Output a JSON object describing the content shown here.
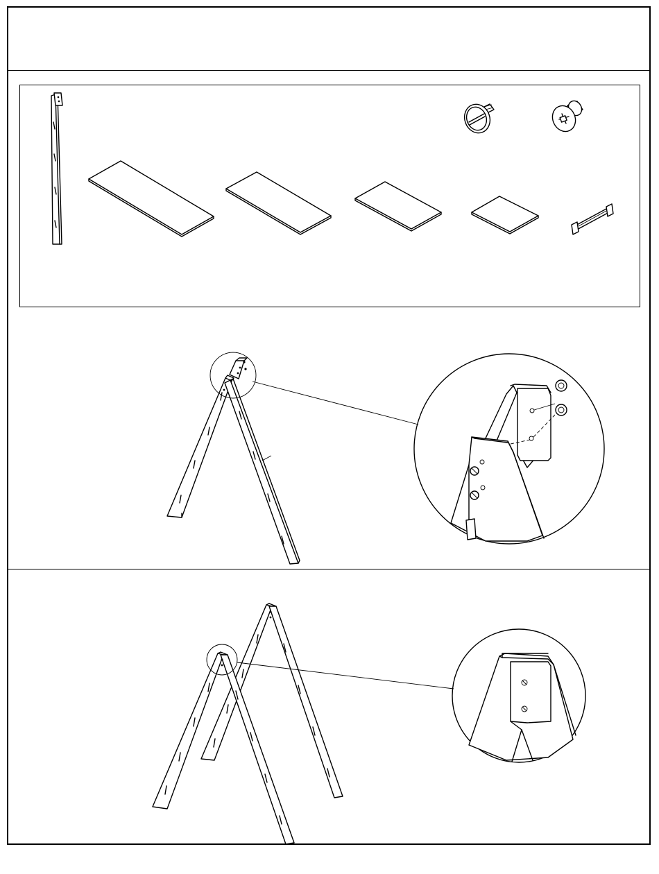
{
  "parts": [
    {
      "name": "side-leg"
    },
    {
      "name": "long-shelf"
    },
    {
      "name": "medium-shelf"
    },
    {
      "name": "short-shelf"
    },
    {
      "name": "small-panel"
    },
    {
      "name": "flat-head-bolt"
    },
    {
      "name": "cam-connector-bolt"
    },
    {
      "name": "connecting-bracket"
    }
  ],
  "steps": [
    {
      "id": 1,
      "content": "legs-joined-at-top-with-bolts",
      "detail": "magnified-joint-bolts-inserted"
    },
    {
      "id": 2,
      "content": "two-a-frames-standing",
      "detail": "magnified-top-joint-bolted"
    }
  ],
  "colors": {
    "line": "#000000",
    "fill": "#ffffff"
  }
}
